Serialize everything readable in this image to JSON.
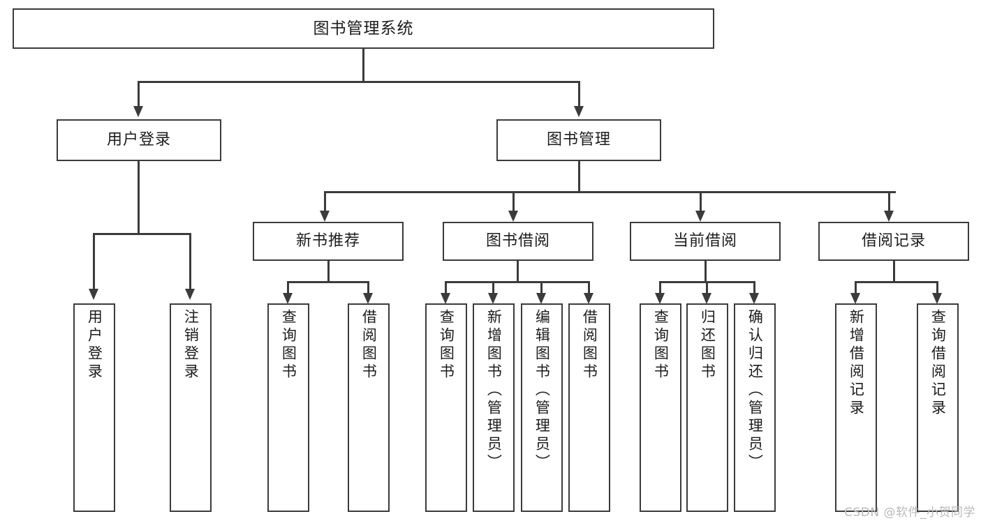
{
  "diagram": {
    "title": "图书管理系统",
    "type": "tree-hierarchy",
    "root": {
      "label": "图书管理系统"
    },
    "level2": [
      {
        "label": "用户登录"
      },
      {
        "label": "图书管理"
      }
    ],
    "level3": [
      {
        "label": "新书推荐"
      },
      {
        "label": "图书借阅"
      },
      {
        "label": "当前借阅"
      },
      {
        "label": "借阅记录"
      }
    ],
    "leaves": {
      "user_login": [
        {
          "label": "用户登录"
        },
        {
          "label": "注销登录"
        }
      ],
      "new_book_recommend": [
        {
          "label": "查询图书"
        },
        {
          "label": "借阅图书"
        }
      ],
      "book_borrow": [
        {
          "label": "查询图书"
        },
        {
          "label": "新增图书（管理员）"
        },
        {
          "label": "编辑图书（管理员）"
        },
        {
          "label": "借阅图书"
        }
      ],
      "current_borrow": [
        {
          "label": "查询图书"
        },
        {
          "label": "归还图书"
        },
        {
          "label": "确认归还（管理员）"
        }
      ],
      "borrow_record": [
        {
          "label": "新增借阅记录"
        },
        {
          "label": "查询借阅记录"
        }
      ]
    }
  },
  "watermark": {
    "text": "CSDN @软件_小贺同学"
  },
  "colors": {
    "stroke": "#3b3b3b",
    "text": "#1c1c1c",
    "background": "#ffffff",
    "watermark": "#b9b9b9"
  }
}
